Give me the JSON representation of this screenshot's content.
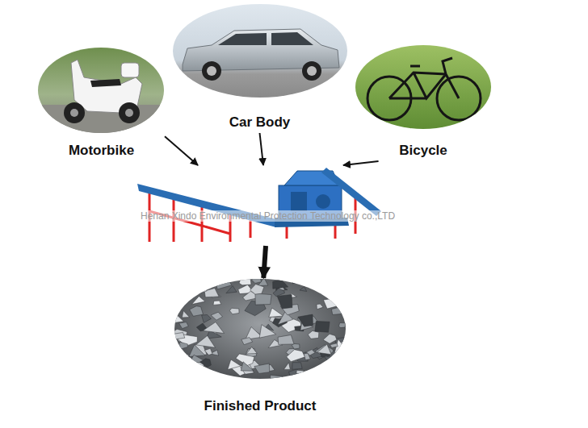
{
  "diagram": {
    "nodes": [
      {
        "text": [
          "Motorbike"
        ]
      },
      {
        "text": [
          "Car Body"
        ]
      },
      {
        "text": [
          "Bicycle"
        ]
      },
      {
        "text": []
      },
      {
        "text": [
          "Finished Product"
        ]
      }
    ],
    "edges": [
      {
        "from": 0,
        "to": 3,
        "arrow": "to"
      },
      {
        "from": 1,
        "to": 3,
        "arrow": "to"
      },
      {
        "from": 2,
        "to": 3,
        "arrow": "to"
      },
      {
        "from": 3,
        "to": 4,
        "arrow": "to"
      }
    ],
    "labels": [
      "Henan Xindo Environmental Protection Technology co.,LTD"
    ]
  }
}
